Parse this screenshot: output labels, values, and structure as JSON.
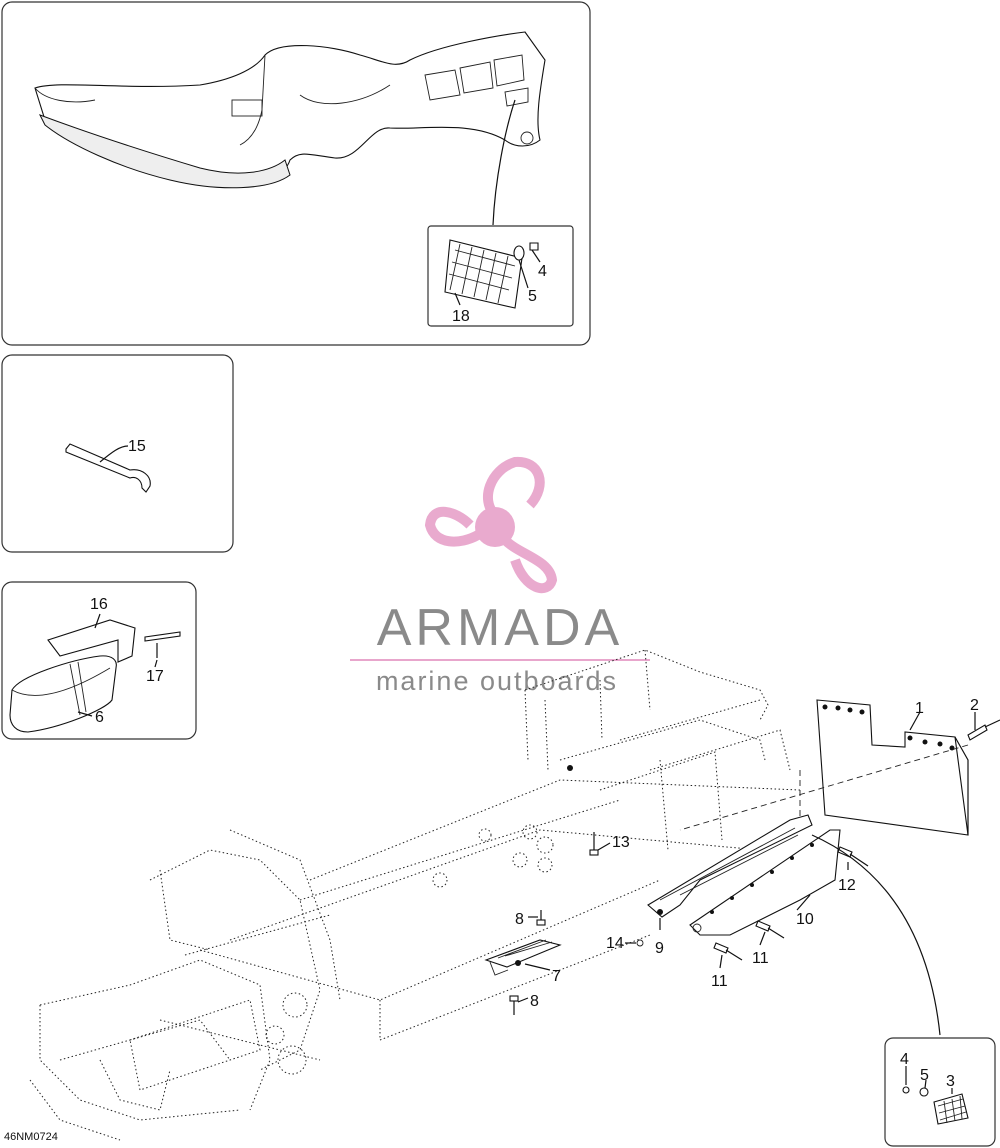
{
  "watermark": {
    "brand": "ARMADA",
    "tagline": "marine outboards",
    "brand_color": "#7a7a7a",
    "logo_color": "#e8a6cc"
  },
  "drawing_code": "46NM0724",
  "callouts": {
    "c1": "1",
    "c2": "2",
    "c3": "3",
    "c4a": "4",
    "c4b": "4",
    "c5a": "5",
    "c5b": "5",
    "c6": "6",
    "c7": "7",
    "c8a": "8",
    "c8b": "8",
    "c9": "9",
    "c10": "10",
    "c11a": "11",
    "c11b": "11",
    "c12": "12",
    "c13": "13",
    "c14": "14",
    "c15": "15",
    "c16": "16",
    "c17": "17",
    "c18": "18"
  }
}
